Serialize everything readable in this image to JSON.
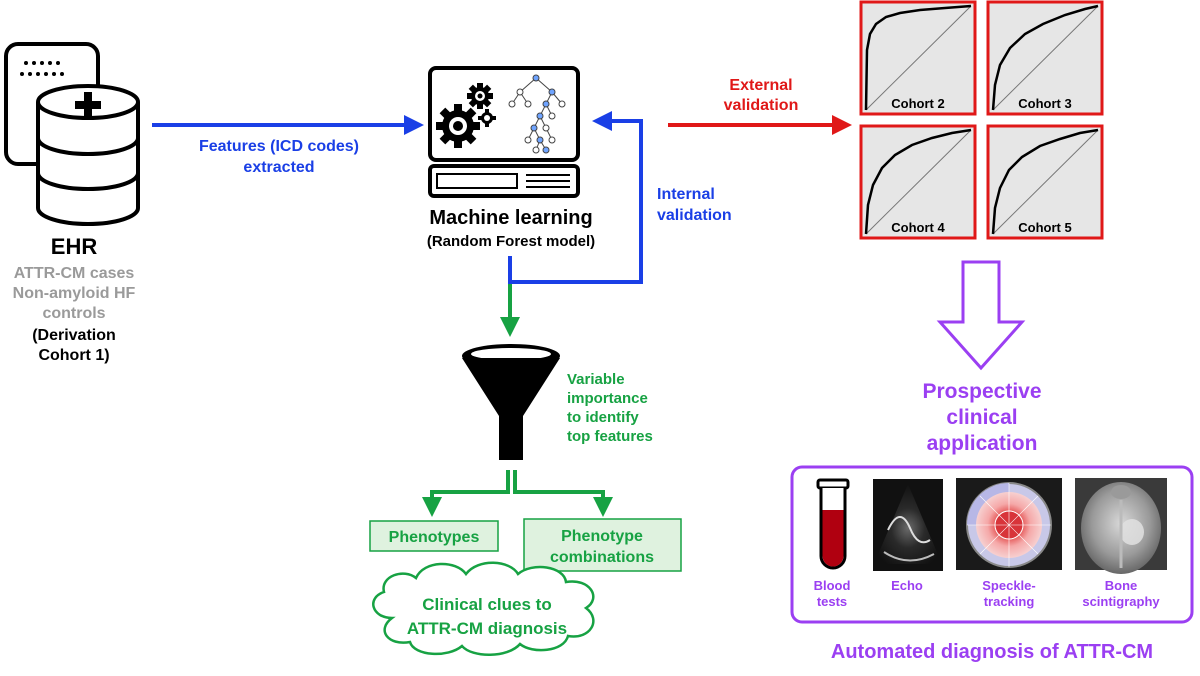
{
  "ehr": {
    "title": "EHR",
    "line1": "ATTR-CM cases",
    "line2": "Non-amyloid HF",
    "line3": "controls",
    "line4": "(Derivation",
    "line5": "Cohort 1)"
  },
  "features_arrow": {
    "line1": "Features (ICD codes)",
    "line2": "extracted"
  },
  "ml": {
    "title": "Machine learning",
    "subtitle": "(Random Forest model)"
  },
  "internal_validation": {
    "line1": "Internal",
    "line2": "validation"
  },
  "external_validation": {
    "line1": "External",
    "line2": "validation"
  },
  "cohorts": [
    {
      "label": "Cohort 2"
    },
    {
      "label": "Cohort 3"
    },
    {
      "label": "Cohort 4"
    },
    {
      "label": "Cohort 5"
    }
  ],
  "funnel_note": {
    "line1": "Variable",
    "line2": "importance",
    "line3": "to identify",
    "line4": "top features"
  },
  "phenotypes": {
    "box1": "Phenotypes",
    "box2_line1": "Phenotype",
    "box2_line2": "combinations"
  },
  "clues_cloud": {
    "line1": "Clinical clues to",
    "line2": "ATTR-CM diagnosis"
  },
  "prospective": {
    "line1": "Prospective",
    "line2": "clinical",
    "line3": "application"
  },
  "modalities": [
    {
      "line1": "Blood",
      "line2": "tests"
    },
    {
      "line1": "Echo",
      "line2": ""
    },
    {
      "line1": "Speckle-",
      "line2": "tracking"
    },
    {
      "line1": "Bone",
      "line2": "scintigraphy"
    }
  ],
  "automated_label": "Automated diagnosis of ATTR-CM",
  "colors": {
    "blue": "#1a3fe6",
    "red": "#e01818",
    "green": "#17a243",
    "purple": "#9b3ff2",
    "gray_text": "#9a9a9a",
    "green_box_fill": "#dff2df"
  }
}
